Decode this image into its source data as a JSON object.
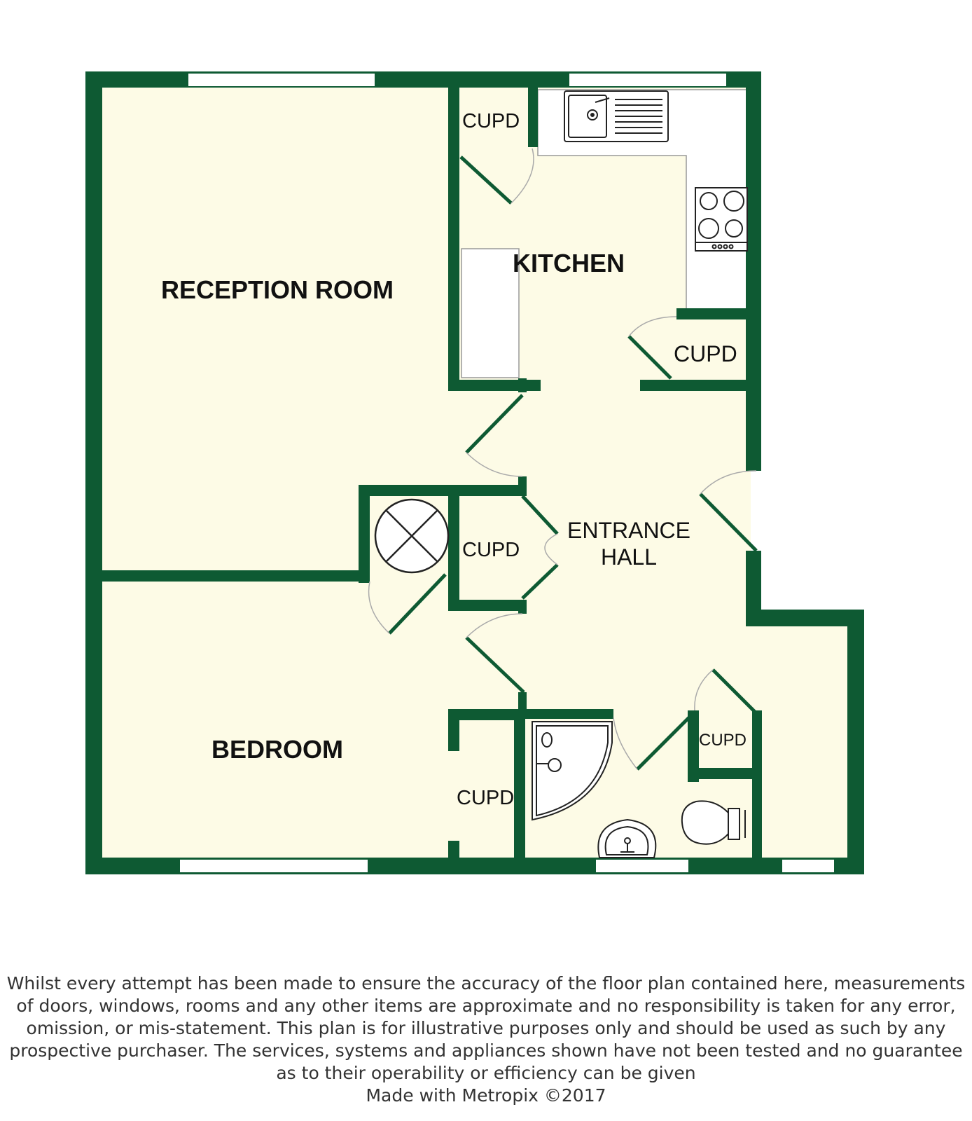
{
  "colors": {
    "wall": "#0e5a33",
    "floor": "#fdfbe6",
    "kitchen_worktop": "#ffffff",
    "window": "#ffffff"
  },
  "rooms": {
    "reception": "RECEPTION ROOM",
    "kitchen": "KITCHEN",
    "entrance_1": "ENTRANCE",
    "entrance_2": "HALL",
    "bedroom": "BEDROOM"
  },
  "cupboards": {
    "kitchen_top": "CUPD",
    "kitchen_right": "CUPD",
    "hall": "CUPD",
    "bathroom": "CUPD",
    "bedroom": "CUPD"
  },
  "fixtures": [
    "sink-icon",
    "hob-icon",
    "boiler-icon",
    "shower-icon",
    "basin-icon",
    "toilet-icon"
  ],
  "disclaimer": {
    "lines": [
      "Whilst every attempt has been made to ensure the accuracy of the floor plan contained here, measurements",
      "of doors, windows, rooms and any other items are approximate and no responsibility is taken for any error,",
      "omission, or mis-statement. This plan is for illustrative purposes only and should be used as such by any",
      "prospective purchaser. The services, systems and appliances shown have not been tested and no guarantee",
      "as to their operability or efficiency can be given"
    ],
    "credit": "Made with Metropix ©2017"
  }
}
